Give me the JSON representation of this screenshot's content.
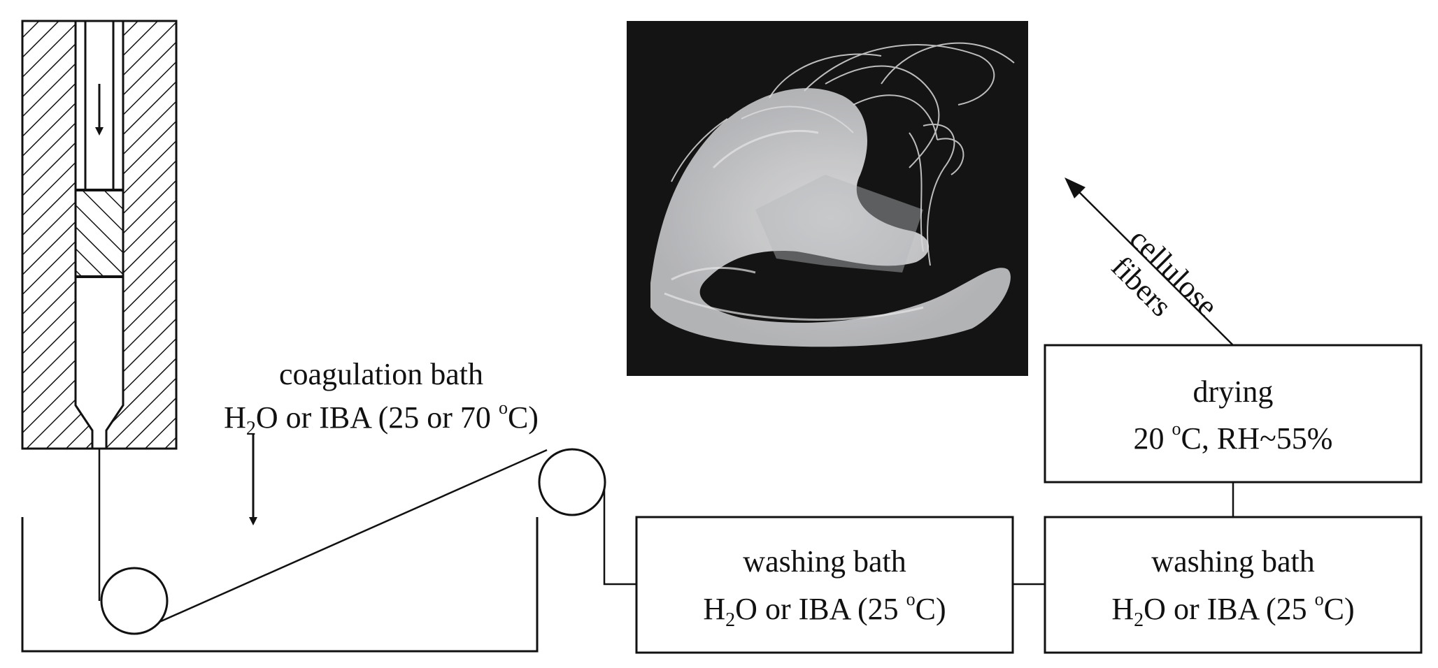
{
  "coagulation": {
    "line1": "coagulation bath",
    "line2_h": "H",
    "line2_sub": "2",
    "line2_rest": "O or IBA (25 or 70 ",
    "line2_deg": "o",
    "line2_end": "C)"
  },
  "washing_bath_1": {
    "line1": "washing bath",
    "line2_h": "H",
    "line2_sub": "2",
    "line2_rest": "O or IBA (25 ",
    "line2_deg": "o",
    "line2_end": "C)"
  },
  "washing_bath_2": {
    "line1": "washing bath",
    "line2_h": "H",
    "line2_sub": "2",
    "line2_rest": "O or IBA (25 ",
    "line2_deg": "o",
    "line2_end": "C)"
  },
  "drying": {
    "line1": "drying",
    "line2_pre": "20 ",
    "line2_deg": "o",
    "line2_end": "C, RH~55%"
  },
  "output_label": {
    "line1": "cellulose",
    "line2": "fibers"
  },
  "colors": {
    "stroke": "#111111",
    "photo_background": "#141414",
    "fiber": "#e8e8ea"
  }
}
